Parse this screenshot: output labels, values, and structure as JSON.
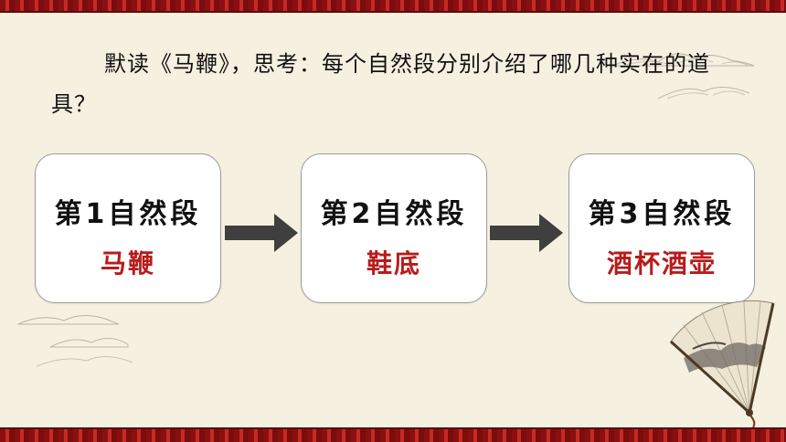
{
  "question": "默读《马鞭》，思考：每个自然段分别介绍了哪几种实在的道具？",
  "cards": [
    {
      "title": "第1自然段",
      "item": "马鞭"
    },
    {
      "title": "第2自然段",
      "item": "鞋底"
    },
    {
      "title": "第3自然段",
      "item": "酒杯酒壶"
    }
  ],
  "colors": {
    "background": "#f6f0e1",
    "accent_red": "#b71c1c",
    "arrow": "#3f3f3f",
    "border_red": "#8a1010"
  },
  "icons": [
    "arrow-right-icon",
    "mountain-decoration",
    "folding-fan-decoration"
  ]
}
